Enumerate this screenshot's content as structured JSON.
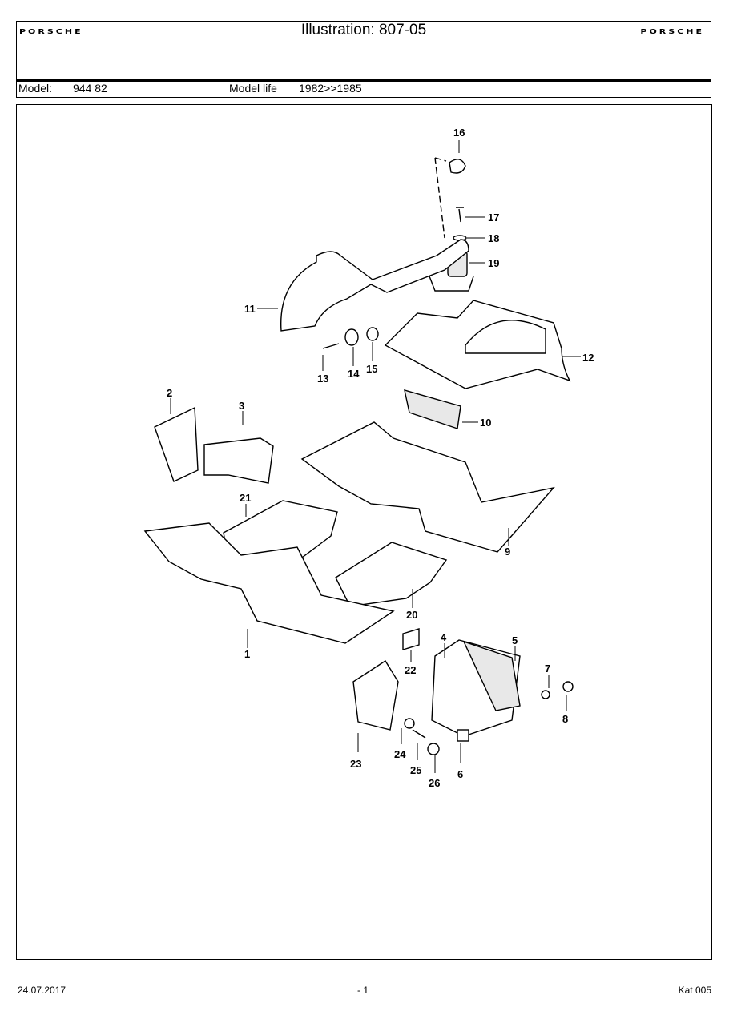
{
  "header": {
    "logo_left": "PORSCHE",
    "logo_right": "PORSCHE",
    "title": "Illustration: 807-05",
    "model_label": "Model:",
    "model_value": "944 82",
    "model_life_label": "Model life",
    "model_life_value": "1982>>1985"
  },
  "callouts": [
    "1",
    "2",
    "3",
    "4",
    "5",
    "6",
    "7",
    "8",
    "9",
    "10",
    "11",
    "12",
    "13",
    "14",
    "15",
    "16",
    "17",
    "18",
    "19",
    "20",
    "21",
    "22",
    "23",
    "24",
    "25",
    "26"
  ],
  "footer": {
    "date": "24.07.2017",
    "page": "- 1",
    "catalog": "Kat 005"
  }
}
